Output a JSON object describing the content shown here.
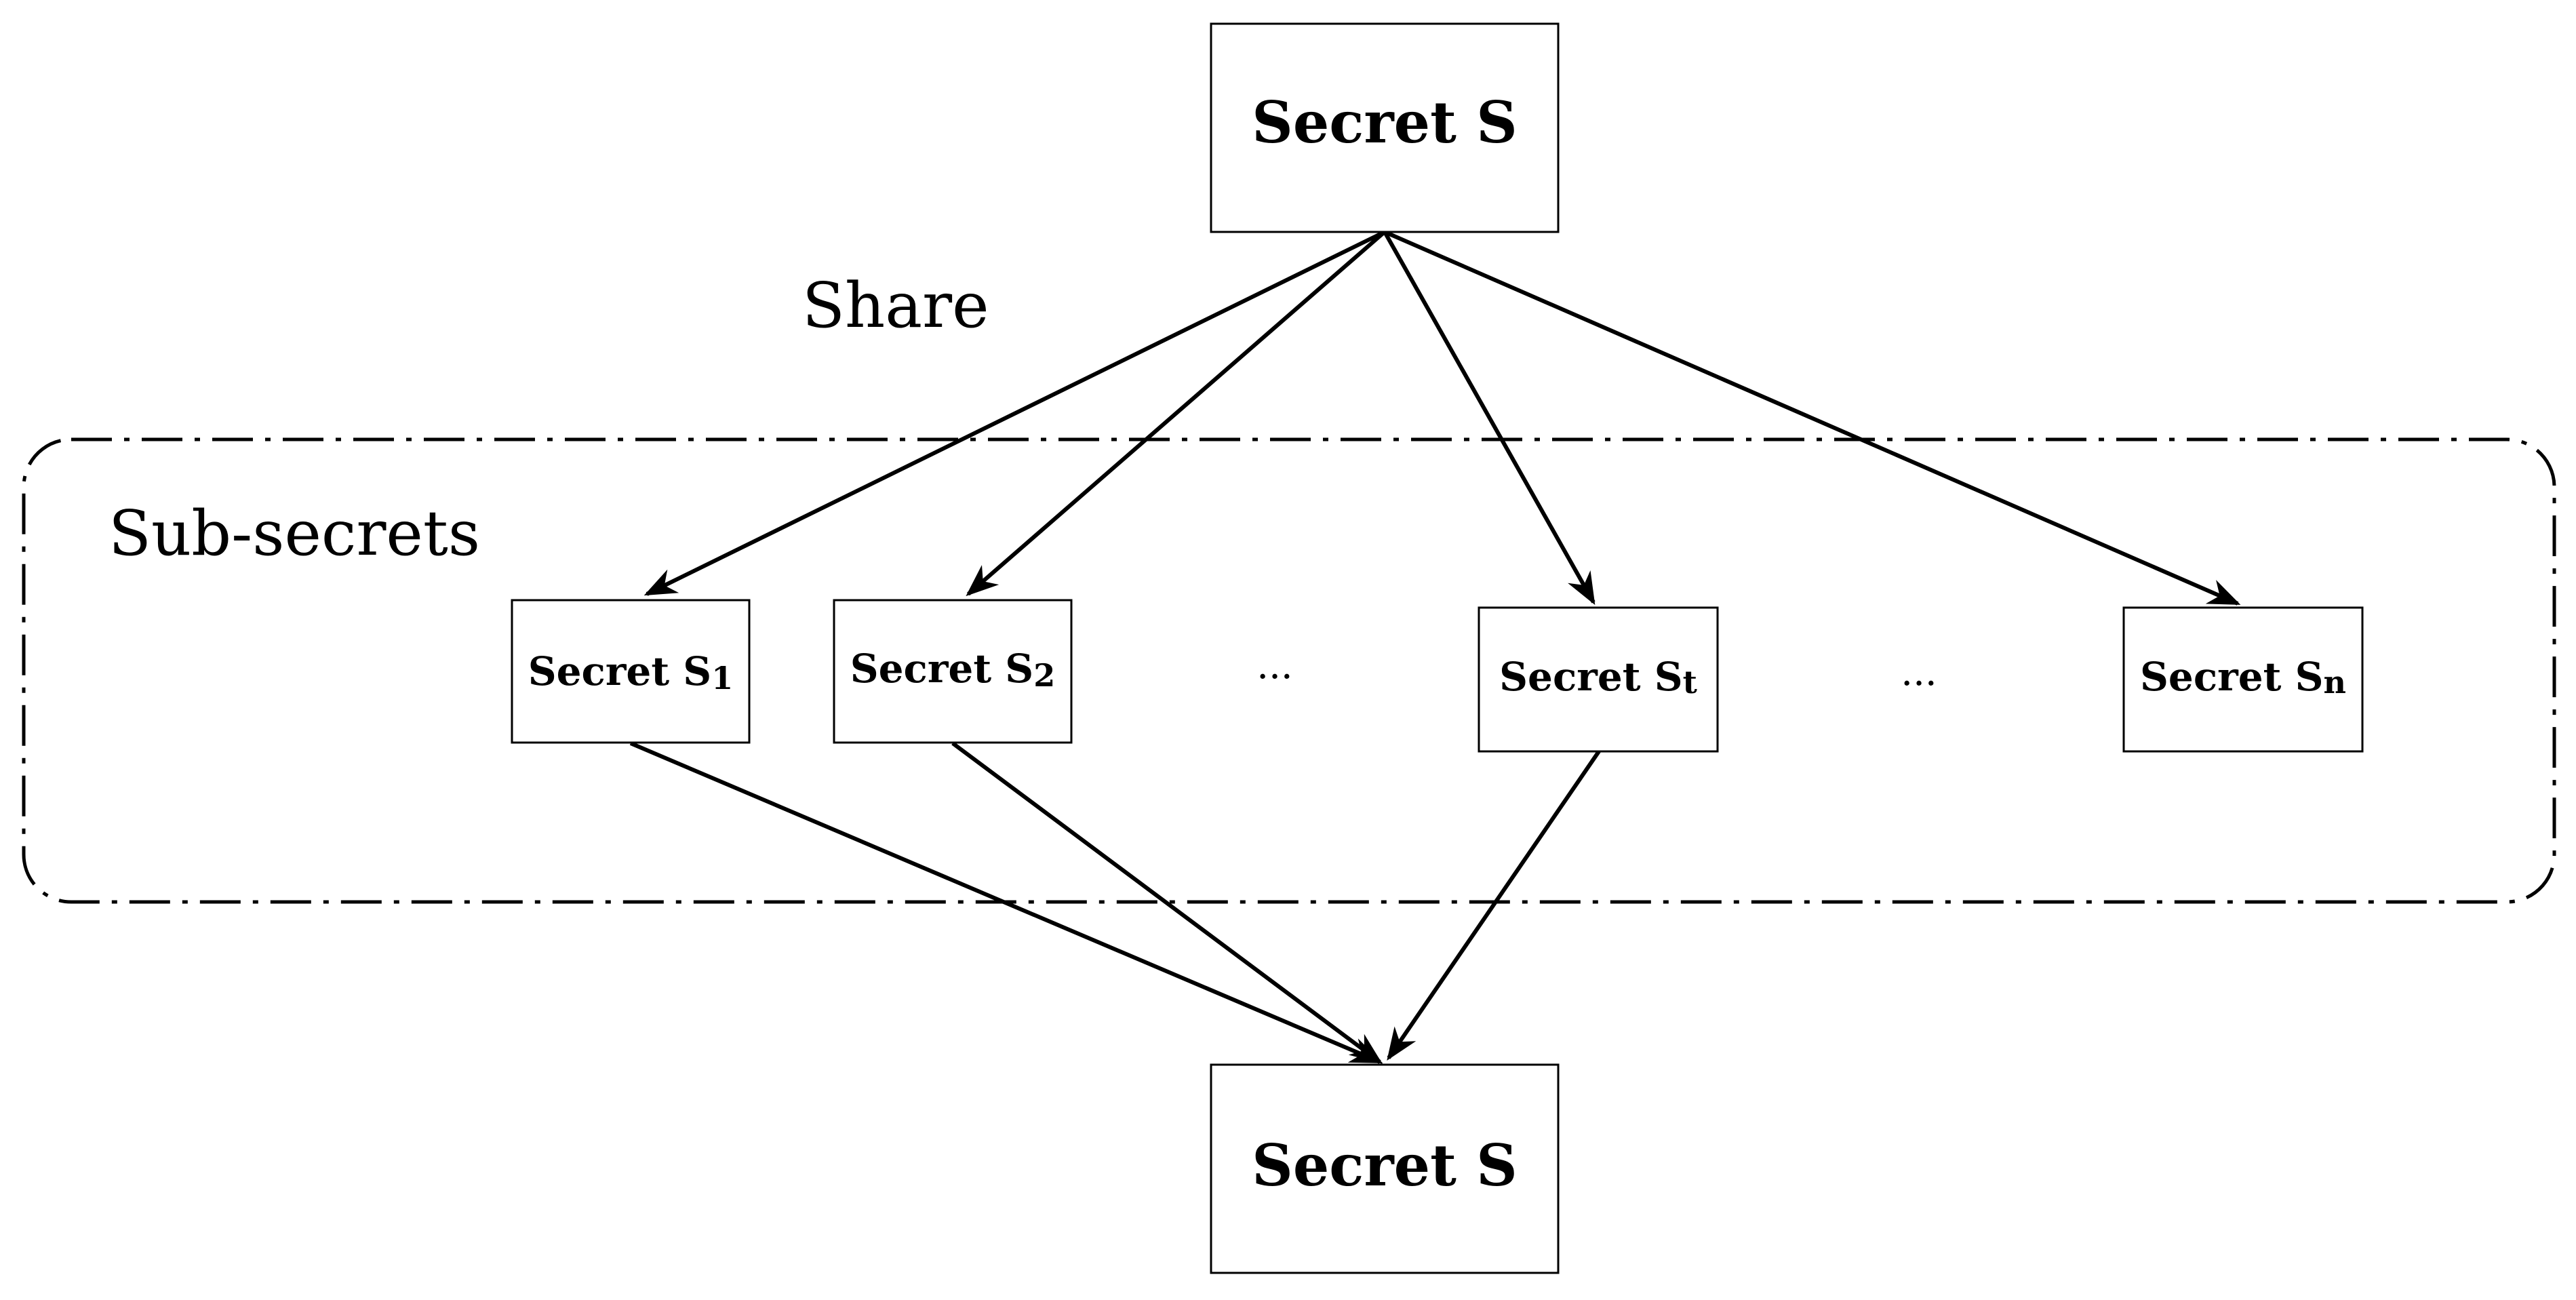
{
  "share_label": "Share",
  "group_label": "Sub-secrets",
  "top_node": {
    "label": "Secret S"
  },
  "bottom_node": {
    "label": "Secret S"
  },
  "sub_secrets": [
    {
      "base": "Secret S",
      "sub": "1"
    },
    {
      "base": "Secret S",
      "sub": "2"
    },
    {
      "base": "Secret S",
      "sub": "t"
    },
    {
      "base": "Secret S",
      "sub": "n"
    }
  ],
  "ellipses": [
    "...",
    "..."
  ]
}
